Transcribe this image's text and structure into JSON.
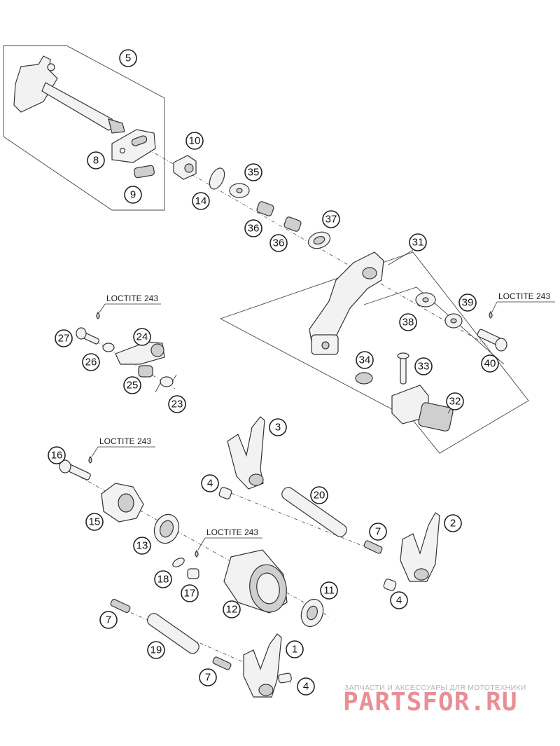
{
  "callouts": {
    "c1": "1",
    "c2": "2",
    "c3": "3",
    "c4a": "4",
    "c4b": "4",
    "c4c": "4",
    "c5": "5",
    "c7a": "7",
    "c7b": "7",
    "c7c": "7",
    "c8": "8",
    "c9": "9",
    "c10": "10",
    "c11": "11",
    "c12": "12",
    "c13": "13",
    "c14": "14",
    "c15": "15",
    "c16": "16",
    "c17": "17",
    "c18": "18",
    "c19": "19",
    "c20": "20",
    "c23": "23",
    "c24": "24",
    "c25": "25",
    "c26": "26",
    "c27": "27",
    "c31": "31",
    "c32": "32",
    "c33": "33",
    "c34": "34",
    "c35": "35",
    "c36a": "36",
    "c36b": "36",
    "c37": "37",
    "c38": "38",
    "c39": "39",
    "c40": "40"
  },
  "notes": {
    "loctite_1": "LOCTITE 243",
    "loctite_2": "LOCTITE 243",
    "loctite_3": "LOCTITE 243",
    "loctite_4": "LOCTITE 243"
  },
  "watermark": {
    "tagline": "ЗАПЧАСТИ И АКСЕССУАРЫ ДЛЯ МОТОТЕХНИКИ",
    "brand": "PARTSFOR.RU"
  },
  "colors": {
    "line": "#333333",
    "watermark_logo": "#e88f96",
    "watermark_text": "#b5b5b5"
  }
}
